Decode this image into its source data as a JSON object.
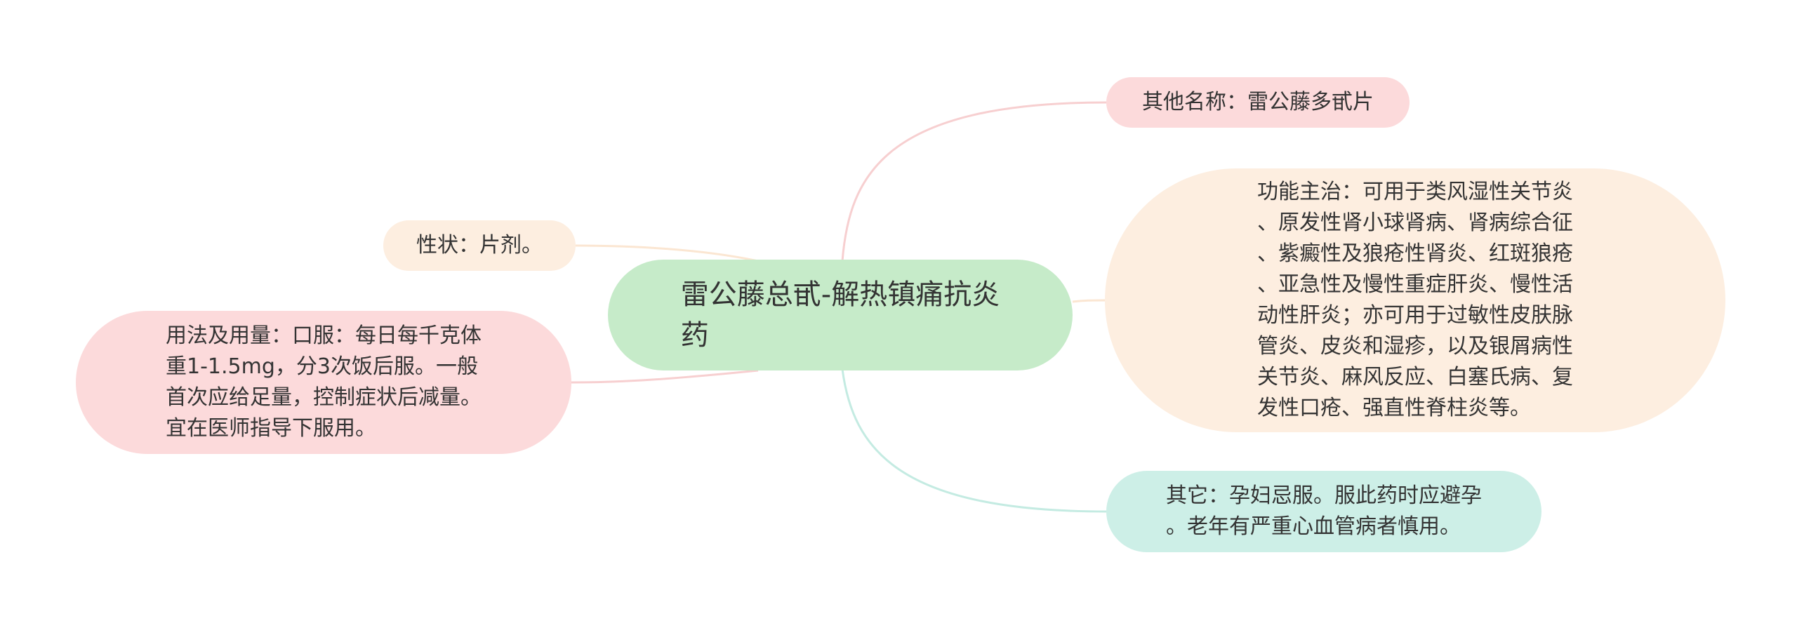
{
  "mindmap": {
    "center": {
      "text": "雷公藤总甙-解热镇痛抗炎\n药",
      "color": "#c6ebc9"
    },
    "nodes": {
      "other_name": {
        "text": "其他名称：雷公藤多甙片",
        "color": "#fcdadb",
        "line_color": "#f7cfd0"
      },
      "function": {
        "text": "功能主治：可用于类风湿性关节炎\n、原发性肾小球肾病、肾病综合征\n、紫癜性及狼疮性肾炎、红斑狼疮\n、亚急性及慢性重症肝炎、慢性活\n动性肝炎；亦可用于过敏性皮肤脉\n管炎、皮炎和湿疹，以及银屑病性\n关节炎、麻风反应、白塞氏病、复\n发性口疮、强直性脊柱炎等。",
        "color": "#fdeee0",
        "line_color": "#fbe6d2"
      },
      "misc": {
        "text": "其它：孕妇忌服。服此药时应避孕\n。老年有严重心血管病者慎用。",
        "color": "#cdefe7",
        "line_color": "#c4ebe2"
      },
      "property": {
        "text": "性状：片剂。",
        "color": "#fdeee0",
        "line_color": "#fbe6d2"
      },
      "usage": {
        "text": "用法及用量：口服：每日每千克体\n重1-1.5mg，分3次饭后服。一般\n首次应给足量，控制症状后减量。\n宜在医师指导下服用。",
        "color": "#fcdadb",
        "line_color": "#f7cfd0"
      }
    }
  }
}
